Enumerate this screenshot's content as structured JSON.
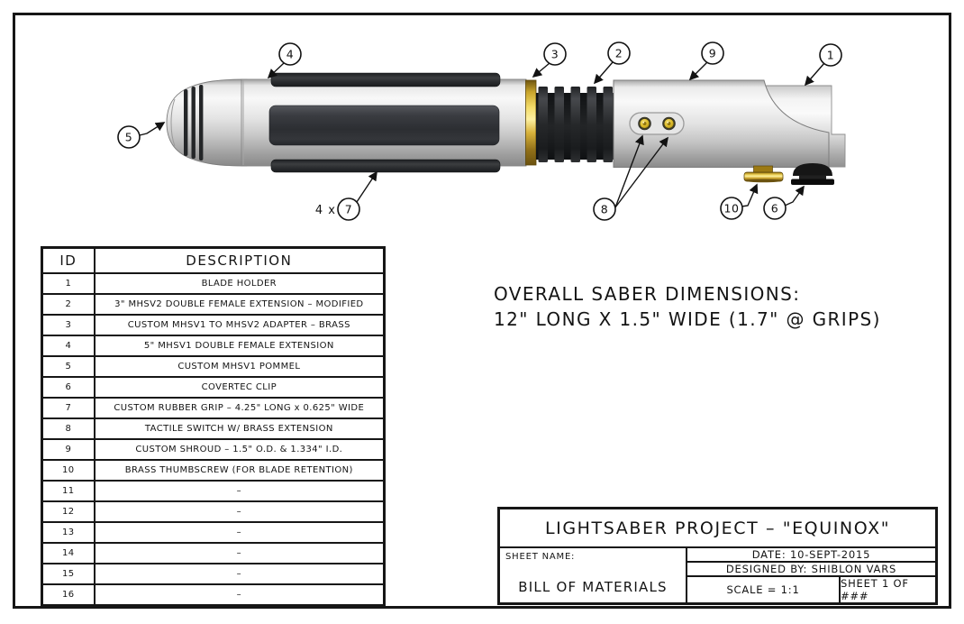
{
  "diagram": {
    "grip_multiplier": "4 x",
    "callouts": {
      "c1": "1",
      "c2": "2",
      "c3": "3",
      "c4": "4",
      "c5": "5",
      "c6": "6",
      "c7": "7",
      "c8": "8",
      "c9": "9",
      "c10": "10"
    },
    "notes": {
      "line1": "OVERALL SABER DIMENSIONS:",
      "line2": "12\" LONG X 1.5\" WIDE (1.7\" @ GRIPS)"
    }
  },
  "bom_table": {
    "headers": {
      "id": "ID",
      "description": "DESCRIPTION"
    },
    "rows": [
      {
        "id": "1",
        "description": "BLADE HOLDER"
      },
      {
        "id": "2",
        "description": "3\" MHSV2 DOUBLE FEMALE EXTENSION – MODIFIED"
      },
      {
        "id": "3",
        "description": "CUSTOM MHSV1 TO MHSV2 ADAPTER – BRASS"
      },
      {
        "id": "4",
        "description": "5\" MHSV1 DOUBLE FEMALE EXTENSION"
      },
      {
        "id": "5",
        "description": "CUSTOM MHSV1 POMMEL"
      },
      {
        "id": "6",
        "description": "COVERTEC CLIP"
      },
      {
        "id": "7",
        "description": "CUSTOM RUBBER GRIP – 4.25\" LONG x 0.625\" WIDE"
      },
      {
        "id": "8",
        "description": "TACTILE SWITCH W/ BRASS EXTENSION"
      },
      {
        "id": "9",
        "description": "CUSTOM SHROUD – 1.5\" O.D. & 1.334\" I.D."
      },
      {
        "id": "10",
        "description": "BRASS THUMBSCREW (FOR BLADE RETENTION)"
      },
      {
        "id": "11",
        "description": "–"
      },
      {
        "id": "12",
        "description": "–"
      },
      {
        "id": "13",
        "description": "–"
      },
      {
        "id": "14",
        "description": "–"
      },
      {
        "id": "15",
        "description": "–"
      },
      {
        "id": "16",
        "description": "–"
      }
    ]
  },
  "title_block": {
    "project_title": "LIGHTSABER PROJECT – \"EQUINOX\"",
    "sheet_name_label": "SHEET NAME:",
    "sheet_name": "BILL OF MATERIALS",
    "date": "DATE: 10-SEPT-2015",
    "designed_by": "DESIGNED BY: SHIBLON VARS",
    "scale": "SCALE = 1:1",
    "sheet_number": "SHEET 1 OF ###"
  },
  "colors": {
    "line": "#161616",
    "brass": "#d4af37",
    "grip_dark": "#2e3034",
    "metal_light": "#f5f5f5"
  }
}
